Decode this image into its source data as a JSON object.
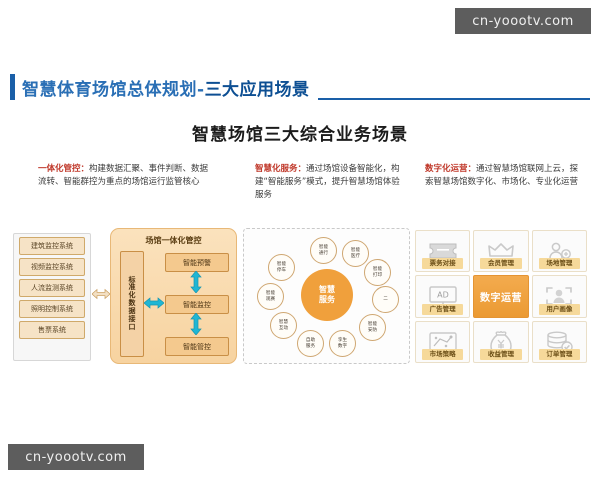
{
  "watermark": {
    "top": "cn-yoootv.com",
    "bottom": "cn-yoootv.com"
  },
  "header": {
    "title_plain": "智慧体育场馆总体规划-",
    "title_accent": "三大应用场景",
    "accent_color": "#0d4f93",
    "bar_color": "#1a5fa8"
  },
  "main_heading": "智慧场馆三大综合业务场景",
  "descriptions": [
    {
      "lead": "一体化管控：",
      "body": "构建数据汇聚、事件判断、数据流转、智能群控为重点的场馆运行监管核心"
    },
    {
      "lead": "智慧化服务：",
      "body": "通过场馆设备智能化，构建“智能服务”模式，提升智慧场馆体验服务"
    },
    {
      "lead": "数字化运营：",
      "body": "通过智慧场馆联网上云，探索智慧场馆数字化、市场化、专业化运营"
    }
  ],
  "left_panel": {
    "items": [
      "建筑监控系统",
      "视频监控系统",
      "人流监测系统",
      "照明控制系统",
      "售票系统"
    ]
  },
  "center_panel": {
    "title": "场馆一体化管控",
    "interface_label": "标准化数据接口",
    "stages": [
      "智能预警",
      "智能监控",
      "智能管控"
    ]
  },
  "circle_cluster": {
    "hub_line1": "智慧",
    "hub_line2": "服务",
    "nodes": [
      {
        "line1": "智能",
        "line2": "通行"
      },
      {
        "line1": "智能",
        "line2": "医疗"
      },
      {
        "line1": "智能",
        "line2": "打印"
      },
      {
        "line1": "二",
        "line2": ""
      },
      {
        "line1": "智能",
        "line2": "安防"
      },
      {
        "line1": "孪生",
        "line2": "数字"
      },
      {
        "line1": "自助",
        "line2": "服务"
      },
      {
        "line1": "智慧",
        "line2": "互动"
      },
      {
        "line1": "智能",
        "line2": "观赛"
      },
      {
        "line1": "智能",
        "line2": "停车"
      }
    ]
  },
  "icon_grid": {
    "cells": [
      {
        "label": "票务对接",
        "icon": "ticket-icon",
        "center": false
      },
      {
        "label": "会员管理",
        "icon": "crown-icon",
        "center": false
      },
      {
        "label": "场地管理",
        "icon": "person-add-icon",
        "center": false
      },
      {
        "label": "广告管理",
        "icon": "ad-monitor-icon",
        "center": false
      },
      {
        "label": "数字运营",
        "icon": "none",
        "center": true
      },
      {
        "label": "用户画像",
        "icon": "person-frame-icon",
        "center": false
      },
      {
        "label": "市场策略",
        "icon": "tactics-board-icon",
        "center": false
      },
      {
        "label": "收益管理",
        "icon": "money-bag-icon",
        "center": false
      },
      {
        "label": "订单管理",
        "icon": "database-check-icon",
        "center": false
      }
    ]
  },
  "colors": {
    "brand_blue": "#1a5fa8",
    "accent_orange": "#f0a03c",
    "lead_red": "#c0392b",
    "label_gold": "#f6d99a"
  }
}
